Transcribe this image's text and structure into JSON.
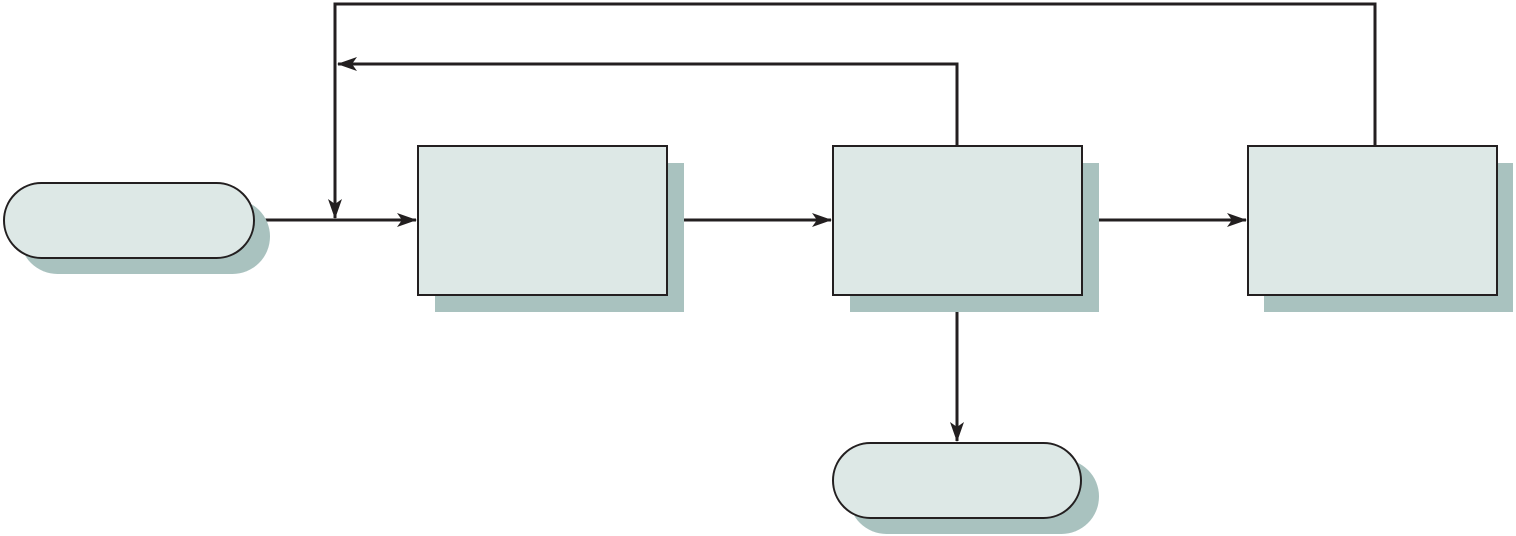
{
  "diagram": {
    "type": "flowchart",
    "nodes": [
      {
        "id": "start",
        "shape": "terminator",
        "label": ""
      },
      {
        "id": "process-1",
        "shape": "process",
        "label": ""
      },
      {
        "id": "process-2",
        "shape": "process",
        "label": ""
      },
      {
        "id": "process-3",
        "shape": "process",
        "label": ""
      },
      {
        "id": "end",
        "shape": "terminator",
        "label": ""
      }
    ],
    "edges": [
      {
        "from": "start",
        "to": "process-1"
      },
      {
        "from": "process-1",
        "to": "process-2"
      },
      {
        "from": "process-2",
        "to": "process-3"
      },
      {
        "from": "process-2",
        "to": "end"
      },
      {
        "from": "process-2",
        "to": "process-1",
        "kind": "feedback"
      },
      {
        "from": "process-3",
        "to": "process-1",
        "kind": "feedback"
      }
    ],
    "colors": {
      "node_fill": "#dde8e6",
      "node_shadow": "#a9c2bf",
      "line": "#231f20"
    }
  }
}
